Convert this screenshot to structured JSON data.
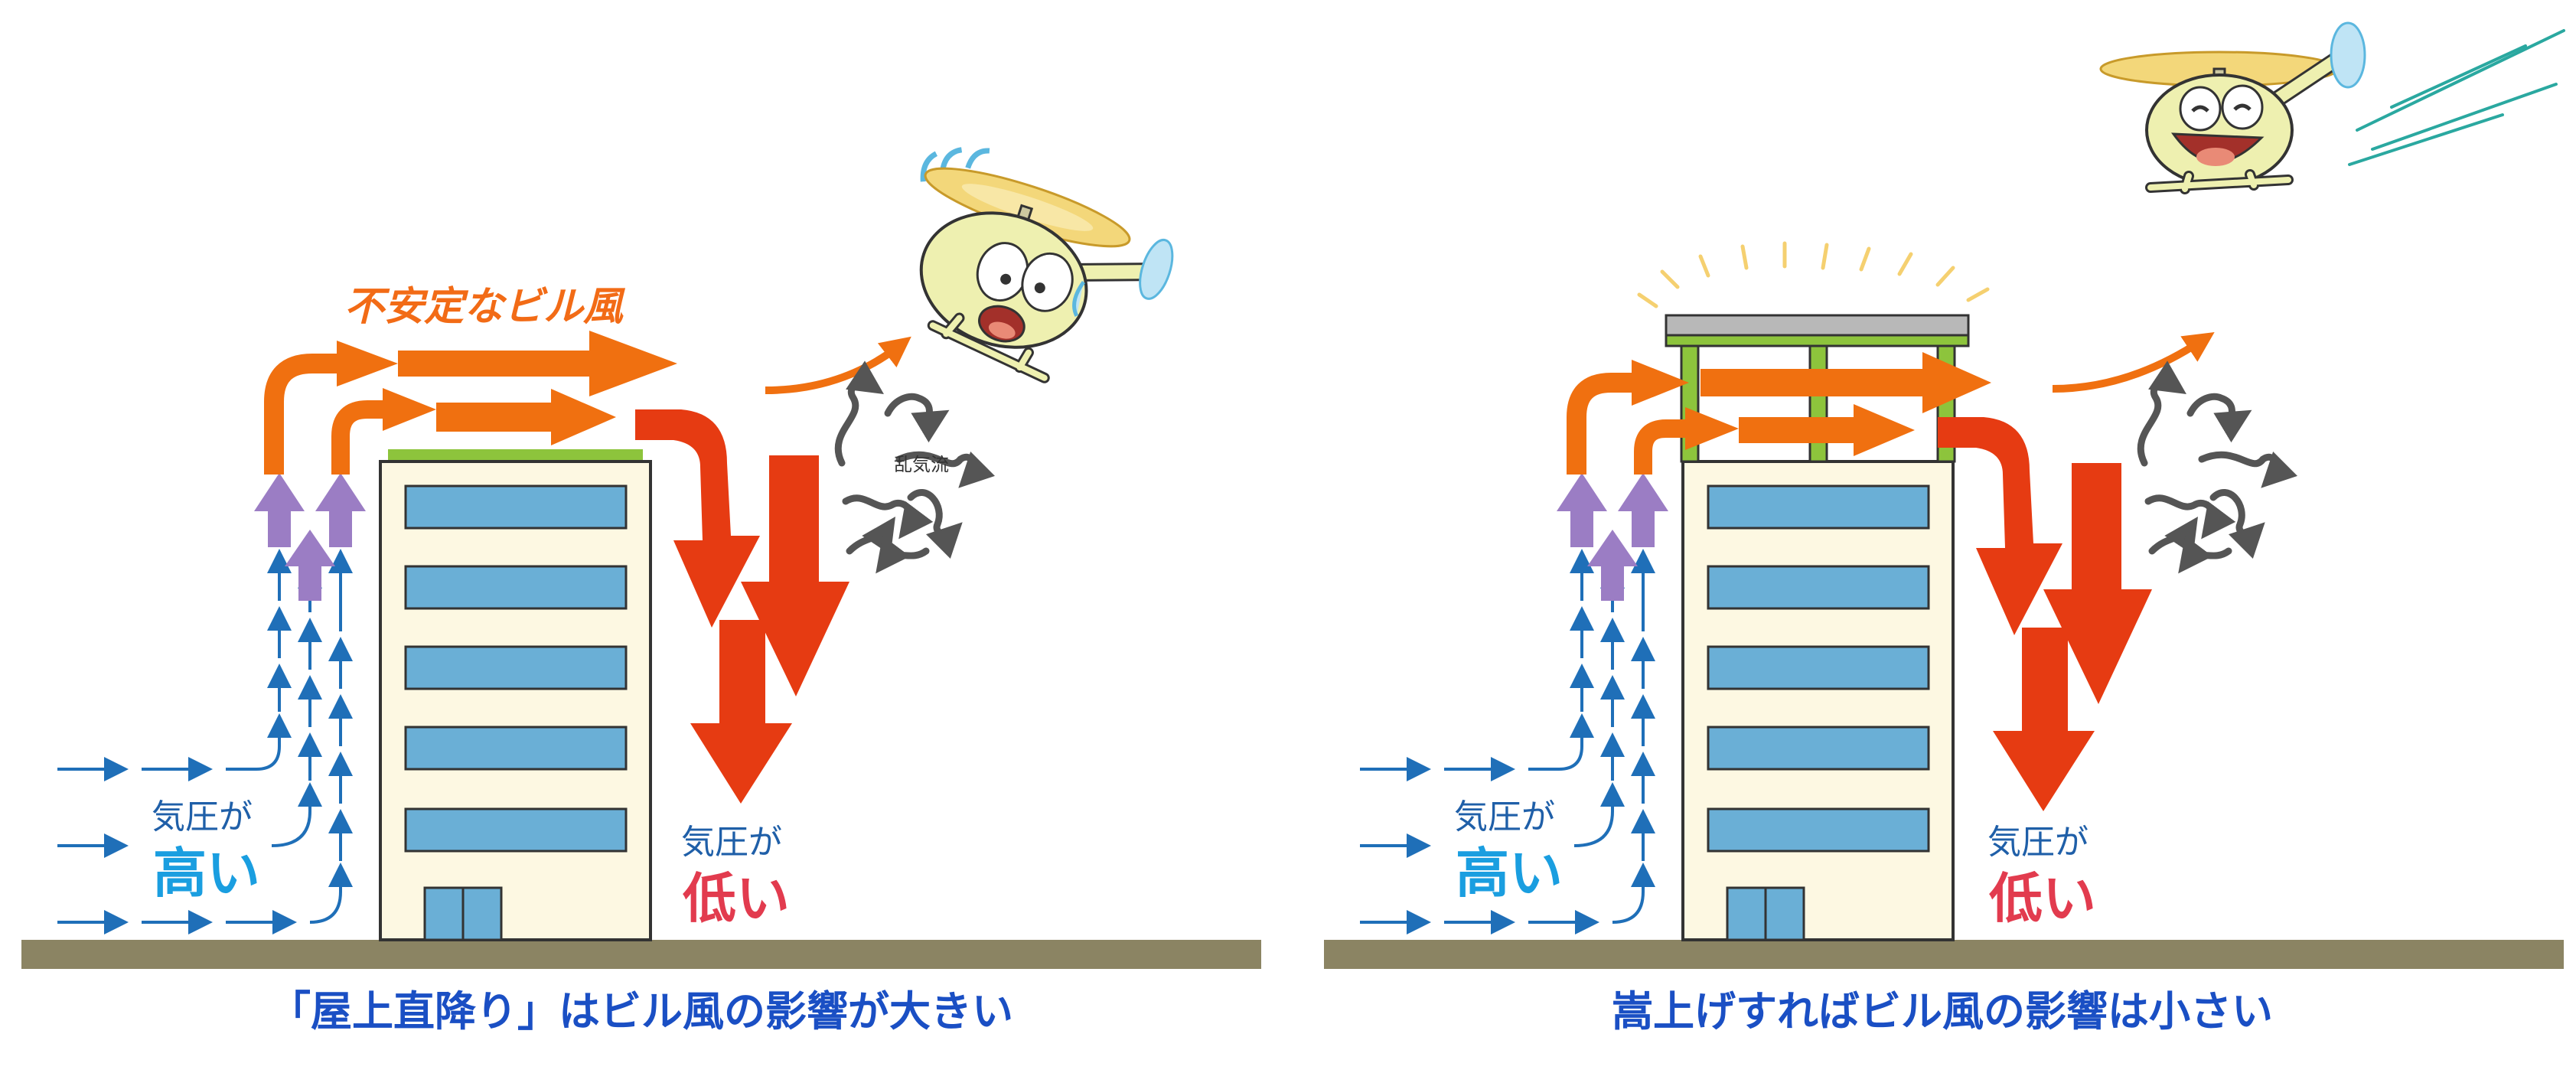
{
  "colors": {
    "ground": "#8b8463",
    "building_fill": "#fdf8e2",
    "building_stroke": "#333333",
    "window": "#6aafd6",
    "roof_green": "#8dc43c",
    "frame_gray": "#b8b8b8",
    "wind_orange": "#f07010",
    "downdraft_red": "#e63b12",
    "push_purple": "#9b7dc4",
    "flow_blue": "#1f6fb8",
    "turbulence_gray": "#555555",
    "heli_body": "#eef0b0",
    "heli_rotor": "#f3d77a"
  },
  "left_panel": {
    "caption": "「屋上直降り」はビル風の影響が大きい",
    "wind_title": "不安定なビル風",
    "turbulence_label": "乱気流",
    "high_small": "気圧が",
    "high_big": "高い",
    "low_small": "気圧が",
    "low_big": "低い",
    "helicopter_mood": "worried",
    "helicopter_icon": "helicopter-character-icon"
  },
  "right_panel": {
    "caption": "嵩上げすればビル風の影響は小さい",
    "high_small": "気圧が",
    "high_big": "高い",
    "low_small": "気圧が",
    "low_big": "低い",
    "helicopter_mood": "happy",
    "helicopter_icon": "helicopter-character-icon"
  }
}
